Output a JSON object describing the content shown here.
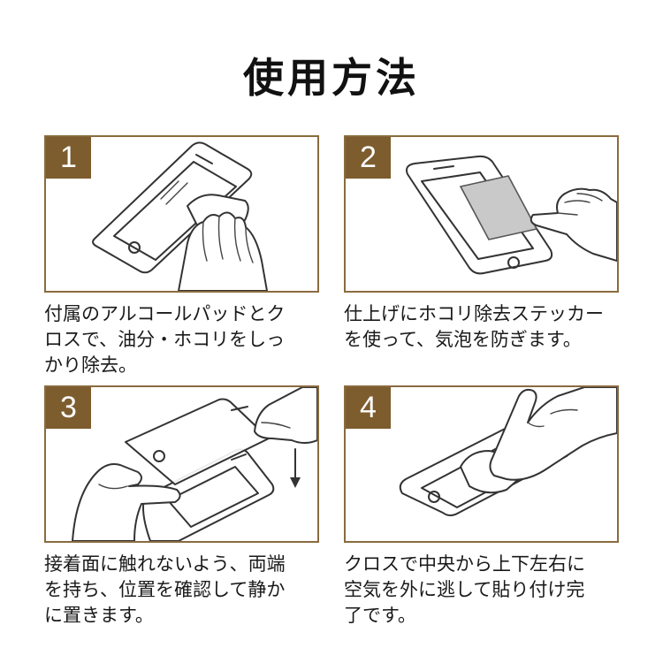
{
  "title": "使用方法",
  "colors": {
    "accent": "#7d5c2e",
    "border": "#8a6b3f",
    "sticker": "#c9c9c9"
  },
  "steps": [
    {
      "number": "1",
      "text": "付属のアルコールパッドとク\nロスで、油分・ホコリをしっ\nかり除去。"
    },
    {
      "number": "2",
      "text": "仕上げにホコリ除去ステッカー\nを使って、気泡を防ぎます。"
    },
    {
      "number": "3",
      "text": "接着面に触れないよう、両端\nを持ち、位置を確認して静か\nに置きます。"
    },
    {
      "number": "4",
      "text": "クロスで中央から上下左右に\n空気を外に逃して貼り付け完\n了です。"
    }
  ]
}
